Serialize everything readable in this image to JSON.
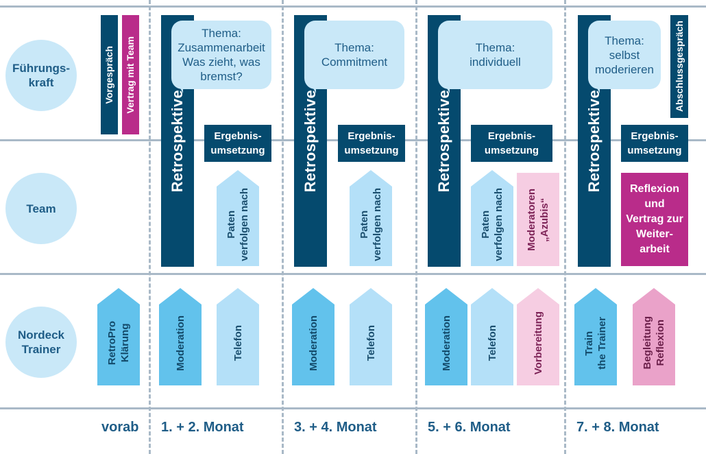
{
  "rows": {
    "fuehrungskraft": "Führungs-\nkraft",
    "team": "Team",
    "trainer": "Nordeck\nTrainer"
  },
  "columns": [
    "vorab",
    "1. + 2. Monat",
    "3. + 4. Monat",
    "5. + 6. Monat",
    "7. + 8. Monat"
  ],
  "vorab": {
    "vorgespraech": "Vorgespräch",
    "vertrag": "Vertrag mit Team",
    "retropro": "RetroPro\nKlärung"
  },
  "retrospektive": "Retrospektive",
  "ergebnisumsetzung": "Ergebnis-\numsetzung",
  "paten": "Paten\nverfolgen nach",
  "moderation": "Moderation",
  "telefon": "Telefon",
  "themes": {
    "p1": "Thema:\nZusammenarbeit\nWas zieht, was\nbremst?",
    "p2": "Thema:\nCommitment",
    "p3": "Thema:\nindividuell",
    "p4": "Thema:\nselbst\nmoderieren"
  },
  "p3_extra": {
    "moderatoren": "Moderatoren\n„Azubis“",
    "vorbereitung": "Vorbereitung"
  },
  "p4_extra": {
    "abschluss": "Abschlussgespräch",
    "reflexion": "Reflexion\nund\nVertrag zur\nWeiter-\narbeit",
    "train": "Train\nthe Trainer",
    "begleitung": "Begleitung\nReflexion"
  },
  "colors": {
    "navy": "#054a6e",
    "magenta": "#b92c8a",
    "light_blue": "#c9e8f8",
    "arrow_light": "#b4e0f8",
    "arrow_mid": "#62c2ec",
    "pink_light": "#f6cde2",
    "pink_mid": "#eaa2c9",
    "grid": "#a9b9c7"
  }
}
